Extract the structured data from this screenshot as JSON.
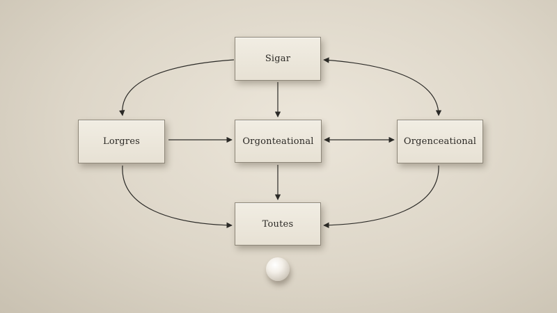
{
  "nodes": {
    "top": "Sigar",
    "left": "Lorgres",
    "center": "Orgonteational",
    "right": "Orgenceational",
    "bottom": "Toutes"
  },
  "colors": {
    "background": "#ddd6c8",
    "node_fill": "#ece7dc",
    "node_border": "#8d8678",
    "connector": "#2b2a27"
  },
  "icons": {
    "sphere": "sphere-icon"
  }
}
